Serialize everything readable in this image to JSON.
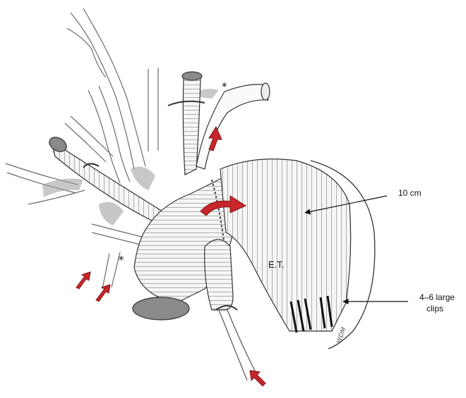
{
  "labels": {
    "graft_length": "10 cm",
    "elephant_trunk": "E.T.",
    "clips_line1": "4–6 large",
    "clips_line2": "clips",
    "star": "*",
    "signature": "WDM"
  },
  "colors": {
    "flow_arrow": "#c8262a",
    "ink": "#2a2a2a",
    "graft_fill": "#f4f4f4",
    "shadow": "#8a8a8a"
  },
  "icons": [
    "flow-arrow-icon",
    "pointer-arrow-icon"
  ]
}
